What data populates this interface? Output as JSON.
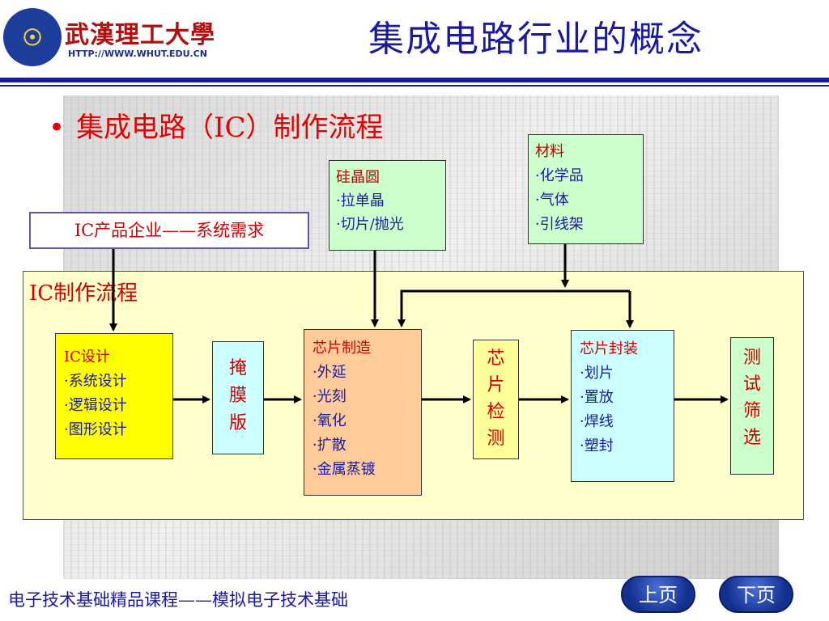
{
  "header": {
    "logo_name": "武漢理工大學",
    "logo_url": "HTTP://WWW.WHUT.EDU.CN",
    "title": "集成电路行业的概念"
  },
  "bullet": "集成电路（IC）制作流程",
  "requirement": "IC产品企业——系统需求",
  "silicon": {
    "title": "硅晶圆",
    "items": [
      "拉单晶",
      "切片/抛光"
    ]
  },
  "materials": {
    "title": "材料",
    "items": [
      "化学品",
      "气体",
      "引线架"
    ]
  },
  "process": {
    "title": "IC制作流程",
    "design": {
      "title": "IC设计",
      "items": [
        "系统设计",
        "逻辑设计",
        "图形设计"
      ]
    },
    "mask": "掩膜版",
    "fab": {
      "title": "芯片制造",
      "items": [
        "外延",
        "光刻",
        "氧化",
        "扩散",
        "金属蒸镀"
      ]
    },
    "test": "芯片检测",
    "package": {
      "title": "芯片封装",
      "items": [
        "划片",
        "置放",
        "焊线",
        "塑封"
      ]
    },
    "screen": "测试筛选"
  },
  "footer": {
    "course": "电子技术基础精品课程——模拟电子技术基础",
    "prev": "上页",
    "next": "下页"
  },
  "colors": {
    "title_blue": "#1a1aa0",
    "accent_red": "#e80000",
    "panel_yellow": "#ffffcc"
  }
}
